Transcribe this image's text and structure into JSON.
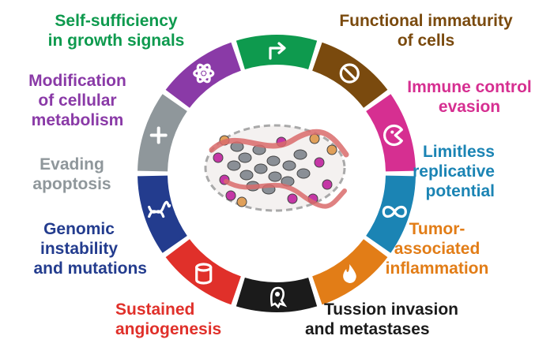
{
  "hallmarks": [
    {
      "id": "growth",
      "lines": [
        "Self-sufficiency",
        "in growth signals"
      ],
      "color": "#0e9a4e",
      "icon": "arrow-up-right-icon"
    },
    {
      "id": "immaturity",
      "lines": [
        "Functional immaturity",
        "of cells"
      ],
      "color": "#7a4a0e",
      "icon": "prohibited-icon"
    },
    {
      "id": "immune",
      "lines": [
        "Immune control",
        "evasion"
      ],
      "color": "#d62f91",
      "icon": "pacman-cell-icon"
    },
    {
      "id": "replicative",
      "lines": [
        "Limitless",
        "replicative",
        "potential"
      ],
      "color": "#1b84b4",
      "icon": "infinity-icon"
    },
    {
      "id": "inflammation",
      "lines": [
        "Tumor-",
        "associated",
        "inflammation"
      ],
      "color": "#e27d17",
      "icon": "flame-icon"
    },
    {
      "id": "invasion",
      "lines": [
        "Tussion invasion",
        "and metastases"
      ],
      "color": "#1b1b1b",
      "icon": "migrating-cell-icon"
    },
    {
      "id": "angiogenesis",
      "lines": [
        "Sustained",
        "angiogenesis"
      ],
      "color": "#e0302a",
      "icon": "vessel-icon"
    },
    {
      "id": "genomic",
      "lines": [
        "Genomic",
        "instability",
        "and mutations"
      ],
      "color": "#233c8e",
      "icon": "dna-icon"
    },
    {
      "id": "apoptosis",
      "lines": [
        "Evading",
        "apoptosis"
      ],
      "color": "#8f979b",
      "icon": "plus-icon"
    },
    {
      "id": "metabolism",
      "lines": [
        "Modification",
        "of cellular",
        "metabolism"
      ],
      "color": "#8a3aa7",
      "icon": "atom-icon"
    }
  ]
}
